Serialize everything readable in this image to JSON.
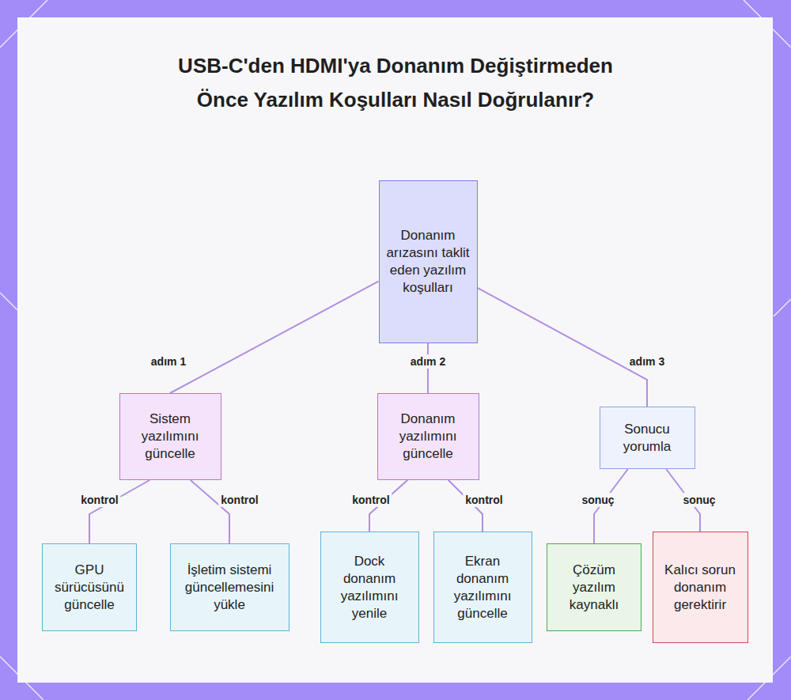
{
  "diagram": {
    "title": "USB-C'den HDMI'ya Donanım Değiştirmeden Önce Yazılım Koşulları Nasıl Doğrulanır?",
    "nodes": [
      {
        "text": [
          "Donanım arızasını taklit eden yazılım koşulları"
        ]
      },
      {
        "text": [
          "Sistem yazılımını güncelle"
        ]
      },
      {
        "text": [
          "Donanım yazılımını güncelle"
        ]
      },
      {
        "text": [
          "Sonucu yorumla"
        ]
      },
      {
        "text": [
          "GPU sürücüsünü güncelle"
        ]
      },
      {
        "text": [
          "İşletim sistemi güncellemesini yükle"
        ]
      },
      {
        "text": [
          "Dock donanım yazılımını yenile"
        ]
      },
      {
        "text": [
          "Ekran donanım yazılımını güncelle"
        ]
      },
      {
        "text": [
          "Çözüm yazılım kaynaklı"
        ]
      },
      {
        "text": [
          "Kalıcı sorun donanım gerektirir"
        ]
      }
    ],
    "edges": [
      {
        "from": 0,
        "to": 1,
        "label": "adım 1",
        "arrow": "none"
      },
      {
        "from": 0,
        "to": 2,
        "label": "adım 2",
        "arrow": "none"
      },
      {
        "from": 0,
        "to": 3,
        "label": "adım 3",
        "arrow": "none"
      },
      {
        "from": 1,
        "to": 4,
        "label": "kontrol",
        "arrow": "none"
      },
      {
        "from": 1,
        "to": 5,
        "label": "kontrol",
        "arrow": "none"
      },
      {
        "from": 2,
        "to": 6,
        "label": "kontrol",
        "arrow": "none"
      },
      {
        "from": 2,
        "to": 7,
        "label": "kontrol",
        "arrow": "none"
      },
      {
        "from": 3,
        "to": 8,
        "label": "sonuç",
        "arrow": "none"
      },
      {
        "from": 3,
        "to": 9,
        "label": "sonuç",
        "arrow": "none"
      }
    ]
  }
}
